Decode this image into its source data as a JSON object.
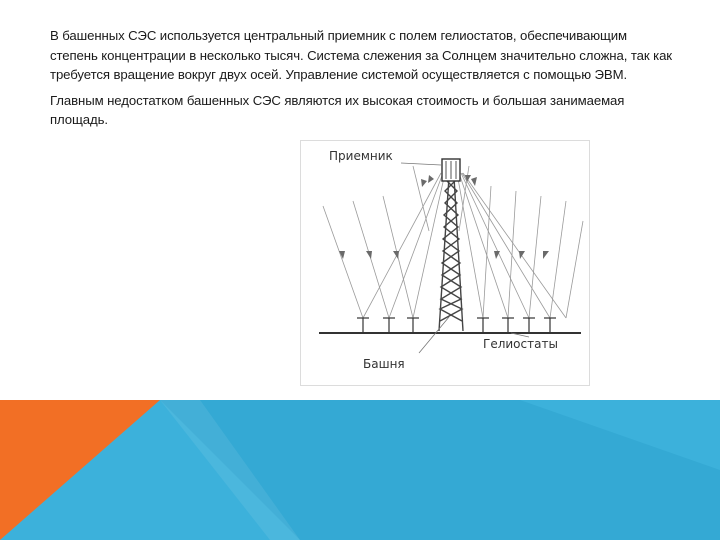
{
  "slide": {
    "paragraphs": [
      "В башенных СЭС используется центральный приемник с полем гелиостатов, обеспечивающим степень концентрации в несколько тысяч. Система слежения за Солнцем значительно сложна, так как требуется вращение вокруг двух осей. Управление системой осуществляется с помощью ЭВМ.",
      "Главным недостатком башенных СЭС являются их высокая стоимость и большая занимаемая площадь."
    ]
  },
  "figure": {
    "labels": {
      "receiver": "Приемник",
      "heliostats": "Гелиостаты",
      "tower": "Башня"
    }
  },
  "colors": {
    "orange": "#f0712a",
    "blue": "#35b0dc",
    "dark_blue": "#2a8fb4",
    "figure_lines": "#8a8a8a"
  }
}
